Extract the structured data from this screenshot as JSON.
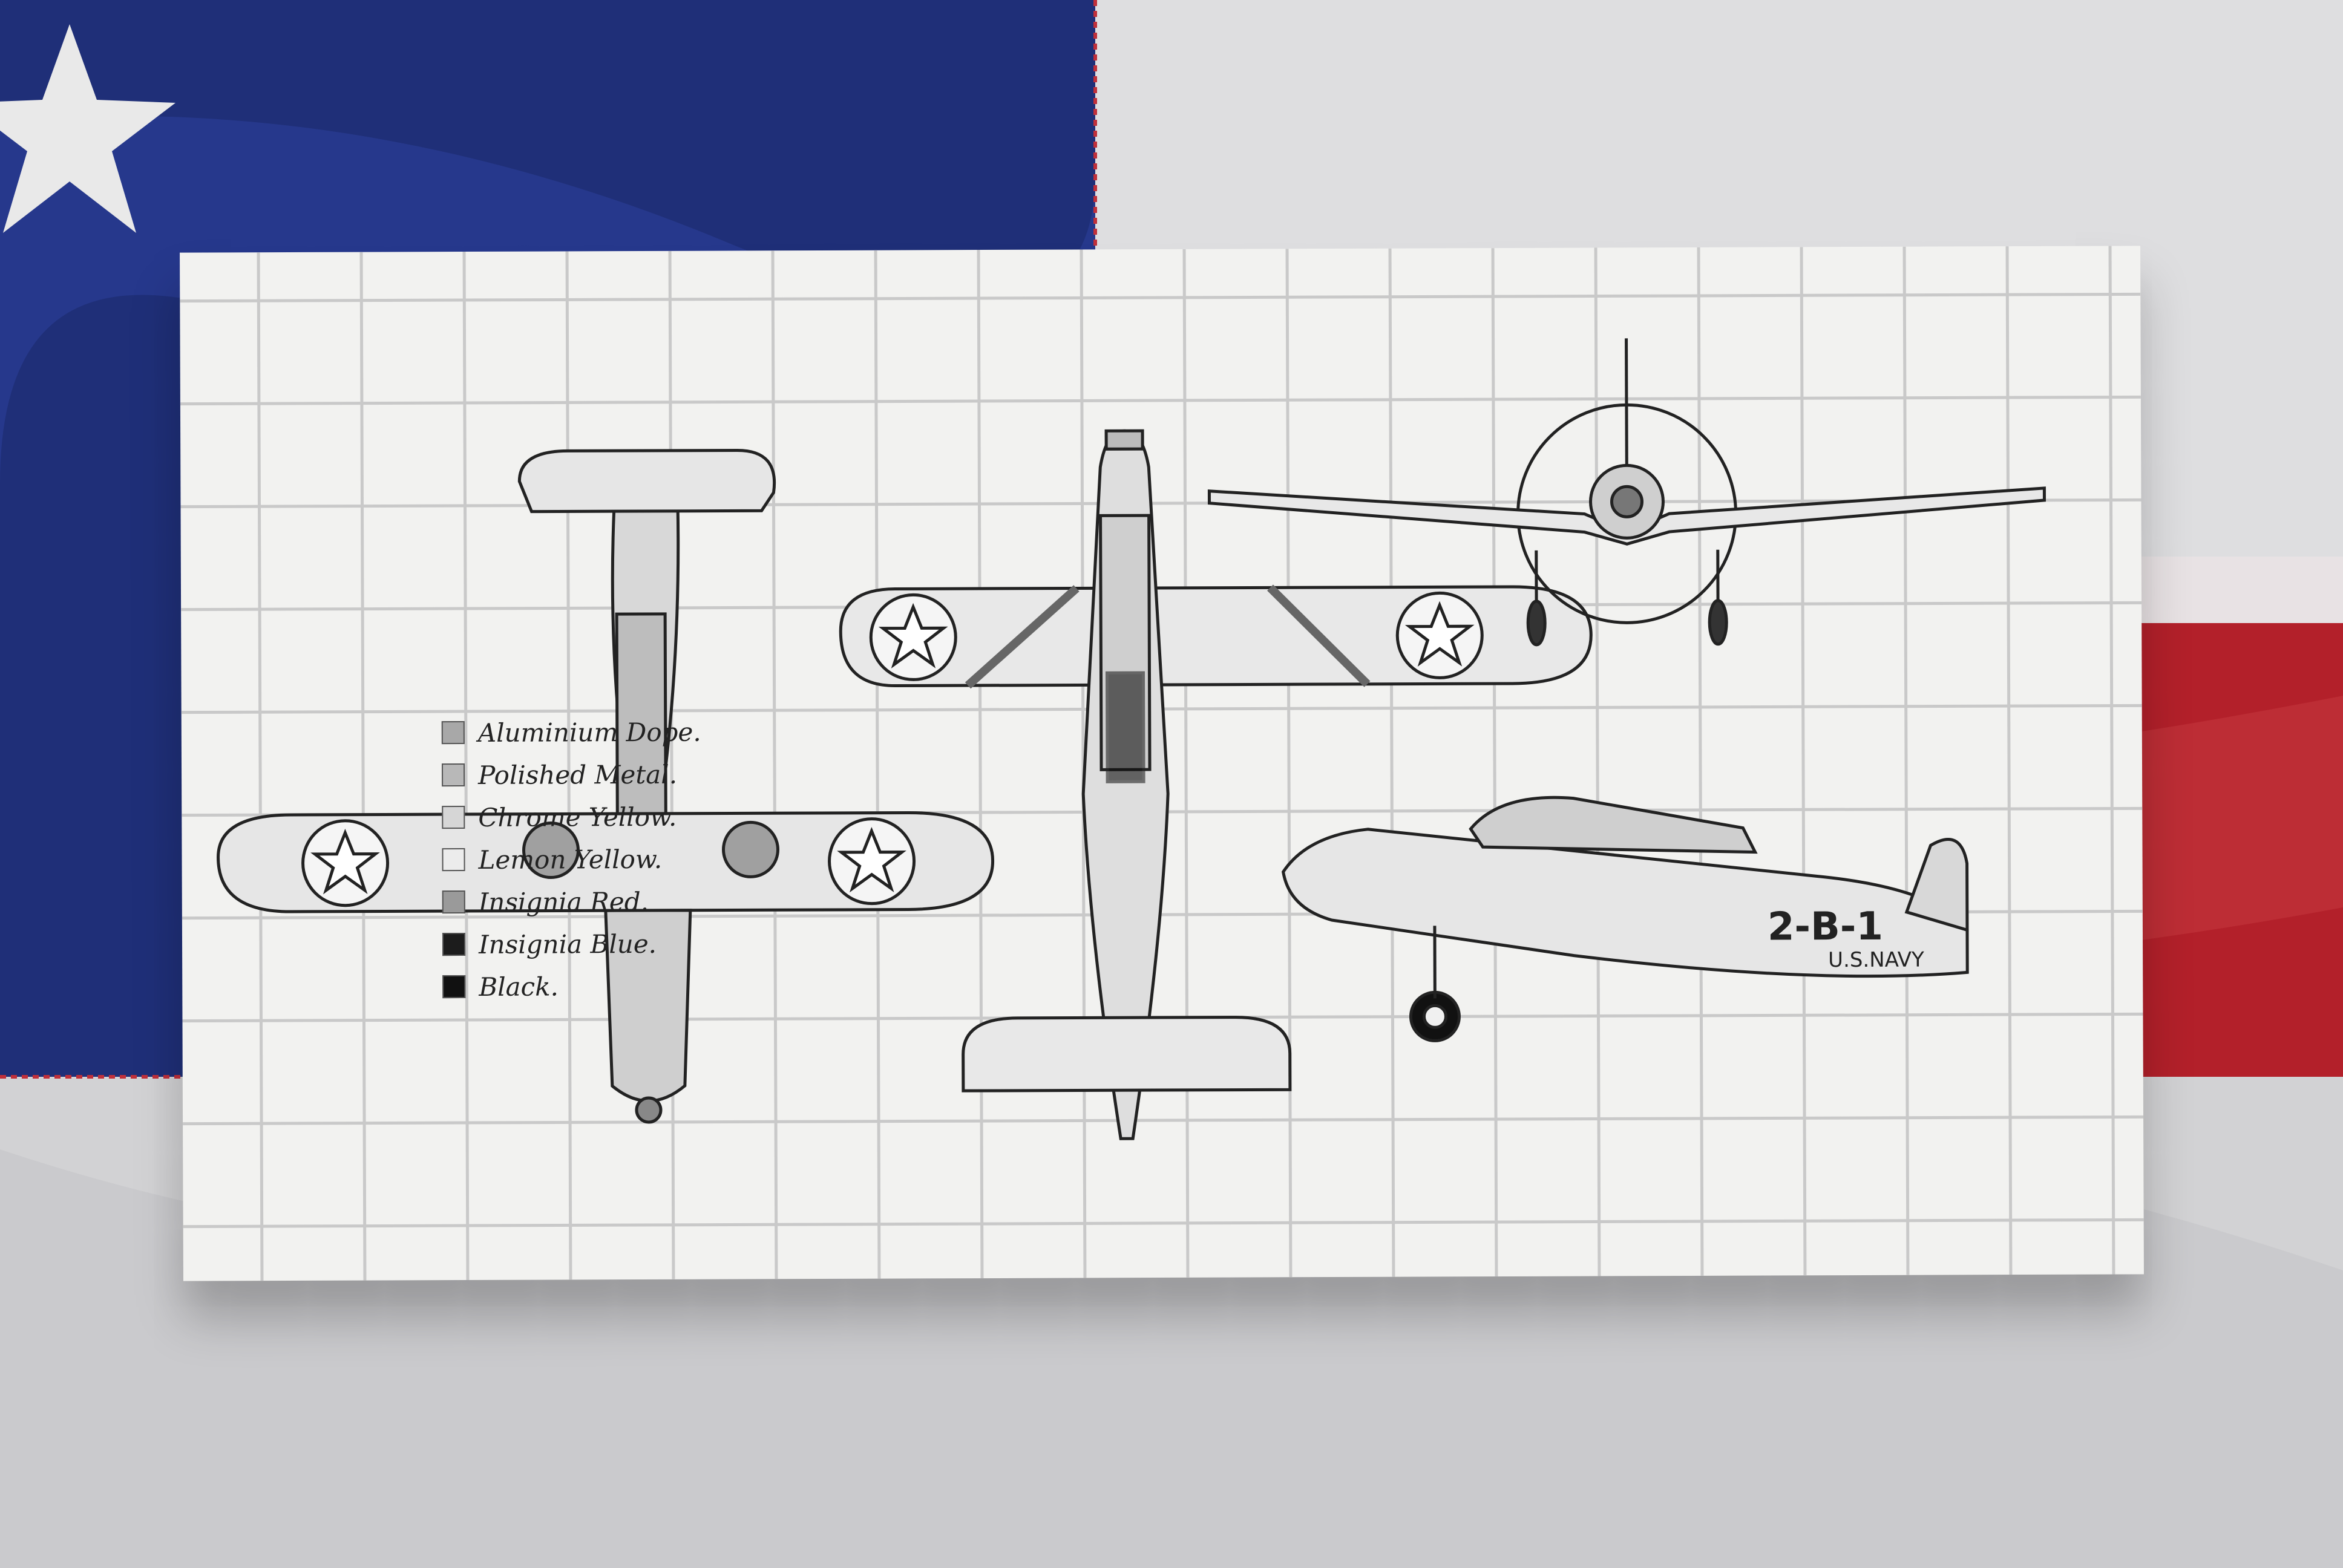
{
  "legend": {
    "items": [
      {
        "label": "Aluminium Dope.",
        "color": "#a8a8a8"
      },
      {
        "label": "Polished Metal.",
        "color": "#b8b8b8"
      },
      {
        "label": "Chrome Yellow.",
        "color": "#d6d6d6"
      },
      {
        "label": "Lemon Yellow.",
        "color": "#ececec"
      },
      {
        "label": "Insignia Red.",
        "color": "#9a9a9a"
      },
      {
        "label": "Insignia Blue.",
        "color": "#1c1c1c"
      },
      {
        "label": "Black.",
        "color": "#111111"
      }
    ]
  },
  "aircraft": {
    "side_code": "2-B-1",
    "side_marking": "U.S.NAVY"
  },
  "colors": {
    "flag_blue": "#1f2f78",
    "flag_red": "#b3202a",
    "flag_white": "#dcdcde",
    "box_face": "#f2f2f0",
    "grid_line": "#c9c9c9"
  }
}
